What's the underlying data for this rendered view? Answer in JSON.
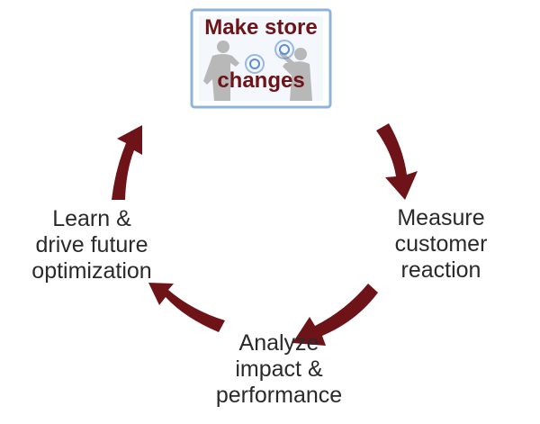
{
  "colors": {
    "arrow": "#6e1418",
    "frame_border": "#8fb4d9",
    "frame_fill": "#ffffff",
    "people": "#b8b8b8",
    "touch_rings": "#5b8ed6",
    "title_text": "#6e1418",
    "body_text": "#2a2a2a"
  },
  "start_node": {
    "title_line1": "Make store",
    "title_line2": "changes",
    "icon": "people-touching-screen-icon"
  },
  "nodes": {
    "measure": {
      "line1": "Measure",
      "line2": "customer",
      "line3": "reaction"
    },
    "analyze": {
      "line1": "Analyze",
      "line2": "impact &",
      "line3": "performance"
    },
    "learn": {
      "line1": "Learn &",
      "line2": "drive future",
      "line3": "optimization"
    }
  }
}
